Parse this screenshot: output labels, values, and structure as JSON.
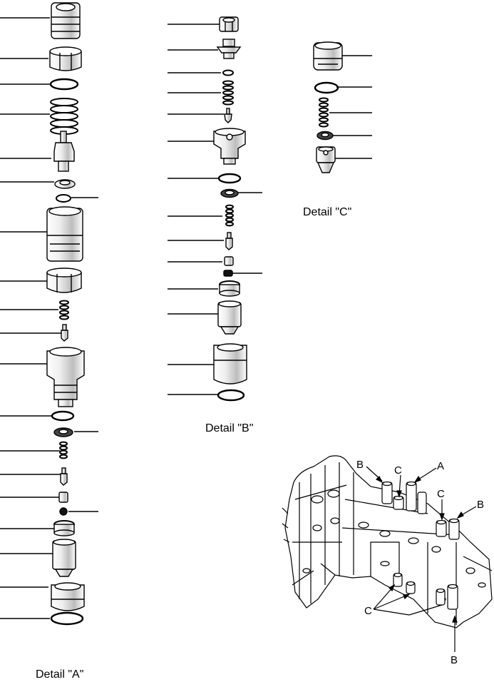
{
  "captions": {
    "detail_a": "Detail \"A\"",
    "detail_b": "Detail \"B\"",
    "detail_c": "Detail \"C\""
  },
  "callouts": {
    "a": "A",
    "b": "B",
    "c": "C"
  },
  "colors": {
    "ink": "#000000",
    "paper": "#ffffff",
    "shade": "#d9d9d9"
  }
}
